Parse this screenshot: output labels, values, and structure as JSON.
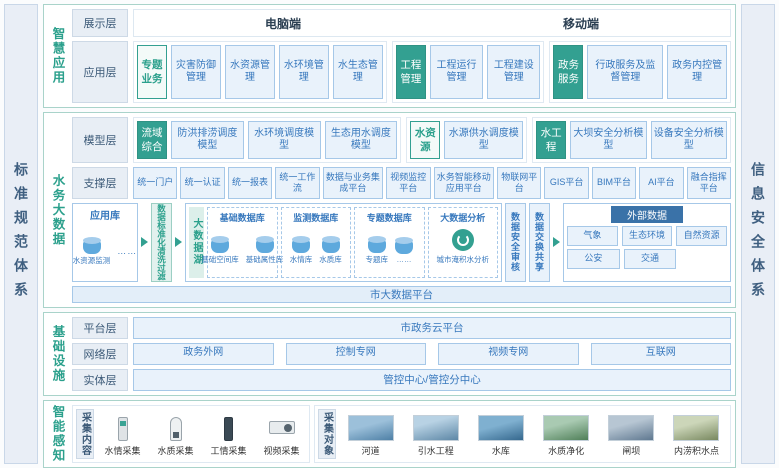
{
  "frame": {
    "left": "标准规范体系",
    "right": "信息安全体系"
  },
  "colors": {
    "accent_teal": "#33a091",
    "item_blue": "#3778bd",
    "external_header": "#3a72a8"
  },
  "smart_app": {
    "title": "智慧应用",
    "display": {
      "label": "展示层",
      "pc": "电脑端",
      "mobile": "移动端"
    },
    "app": {
      "label": "应用层",
      "groups": [
        {
          "name": "专题业务",
          "items": [
            "灾害防御管理",
            "水资源管理",
            "水环境管理",
            "水生态管理"
          ]
        },
        {
          "name": "工程管理",
          "items": [
            "工程运行管理",
            "工程建设管理"
          ]
        },
        {
          "name": "政务服务",
          "items": [
            "行政服务及监督管理",
            "政务内控管理"
          ]
        }
      ]
    }
  },
  "big_data": {
    "title": "水务大数据",
    "model": {
      "label": "模型层",
      "groups": [
        {
          "name": "流域综合",
          "items": [
            "防洪排涝调度模型",
            "水环境调度模型",
            "生态用水调度模型"
          ]
        },
        {
          "name": "水资源",
          "items": [
            "水源供水调度模型"
          ]
        },
        {
          "name": "水工程",
          "items": [
            "大坝安全分析模型",
            "设备安全分析模型"
          ]
        }
      ]
    },
    "support": {
      "label": "支撑层",
      "items": [
        "统一门户",
        "统一认证",
        "统一报表",
        "统一工作流",
        "数据与业务集成平台",
        "视频监控平台",
        "水务智能移动应用平台",
        "物联网平台",
        "GIS平台",
        "BIM平台",
        "AI平台",
        "融合指挥平台"
      ]
    },
    "flow": {
      "app_db": {
        "title": "应用库",
        "item": "水资源监测",
        "more": "……"
      },
      "cleanse": "数据标准化清洗过滤",
      "lake": {
        "title": "大数据湖",
        "dbs": [
          {
            "name": "基础数据库",
            "cyls": [
              "基础空间库",
              "基础属性库"
            ]
          },
          {
            "name": "监测数据库",
            "cyls": [
              "水情库",
              "水质库"
            ]
          },
          {
            "name": "专题数据库",
            "cyls": [
              "专题库",
              "……"
            ]
          }
        ],
        "analysis": {
          "name": "大数据分析",
          "item": "城市淹积水分析"
        }
      },
      "audit": "数据安全审核",
      "share": "数据交换共享",
      "external": {
        "title": "外部数据",
        "row1": [
          "气象",
          "生态环境",
          "自然资源"
        ],
        "row2": [
          "公安",
          "交通"
        ]
      }
    },
    "bar": "市大数据平台"
  },
  "infra": {
    "title": "基础设施",
    "platform": {
      "label": "平台层",
      "text": "市政务云平台"
    },
    "network": {
      "label": "网络层",
      "items": [
        "政务外网",
        "控制专网",
        "视频专网",
        "互联网"
      ]
    },
    "entity": {
      "label": "实体层",
      "text": "管控中心/管控分中心"
    }
  },
  "sensing": {
    "title": "智能感知",
    "content": {
      "label": "采集内容",
      "items": [
        "水情采集",
        "水质采集",
        "工情采集",
        "视频采集"
      ]
    },
    "objects": {
      "label": "采集对象",
      "items": [
        "河道",
        "引水工程",
        "水库",
        "水质净化",
        "闸坝",
        "内涝积水点"
      ]
    }
  }
}
